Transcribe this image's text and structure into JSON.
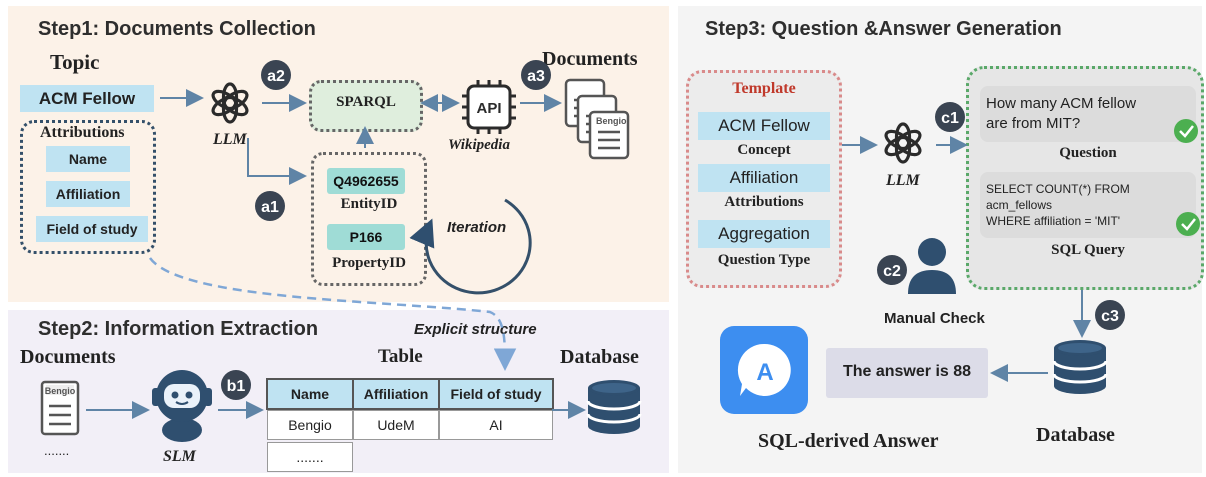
{
  "step1": {
    "title": "Step1: Documents Collection",
    "topic_label": "Topic",
    "topic_value": "ACM Fellow",
    "attributions_label": "Attributions",
    "attributes": [
      "Name",
      "Affiliation",
      "Field of study"
    ],
    "llm_label": "LLM",
    "sparql_label": "SPARQL",
    "entity_code": "Q4962655",
    "entity_label": "EntityID",
    "property_code": "P166",
    "property_label": "PropertyID",
    "iteration_label": "Iteration",
    "api_label": "API",
    "wikipedia_label": "Wikipedia",
    "documents_label": "Documents",
    "doc_name": "Bengio",
    "badges": {
      "a1": "a1",
      "a2": "a2",
      "a3": "a3"
    }
  },
  "step2": {
    "title": "Step2: Information Extraction",
    "explicit_label": "Explicit structure",
    "documents_label": "Documents",
    "doc_name": "Bengio",
    "doc_more": ".......",
    "slm_label": "SLM",
    "badge": "b1",
    "table_label": "Table",
    "table_headers": [
      "Name",
      "Affiliation",
      "Field of study"
    ],
    "table_row": [
      "Bengio",
      "UdeM",
      "AI"
    ],
    "table_more": ".......",
    "database_label": "Database"
  },
  "step3": {
    "title": "Step3: Question &Answer Generation",
    "template_label": "Template",
    "concept_value": "ACM Fellow",
    "concept_label": "Concept",
    "attr_value": "Affiliation",
    "attr_label": "Attributions",
    "qtype_value": "Aggregation",
    "qtype_label": "Question Type",
    "llm_label": "LLM",
    "question_text": "How many ACM fellow are from MIT?",
    "question_label": "Question",
    "sql_text_1": "SELECT COUNT(*) FROM",
    "sql_text_2": "acm_fellows",
    "sql_text_3": "WHERE affiliation = 'MIT'",
    "sql_label": "SQL Query",
    "manual_label": "Manual Check",
    "answer_text": "The answer is 88",
    "answer_label": "SQL-derived Answer",
    "database_label": "Database",
    "badges": {
      "c1": "c1",
      "c2": "c2",
      "c3": "c3"
    }
  },
  "colors": {
    "panel1": "#fcf2e8",
    "panel2": "#f2eff7",
    "panel3": "#f4f4f4",
    "arrow": "#5f84a6",
    "light_blue": "#bfe3f2",
    "teal": "#9fdcd6",
    "green_check": "#4caf50",
    "badge": "#3a4452",
    "template_red": "#c0392b"
  },
  "icons": [
    "openai-logo-icon",
    "api-chip-icon",
    "document-icon",
    "robot-icon",
    "database-icon",
    "person-icon",
    "app-logo-icon",
    "iteration-cycle-icon",
    "check-icon"
  ]
}
